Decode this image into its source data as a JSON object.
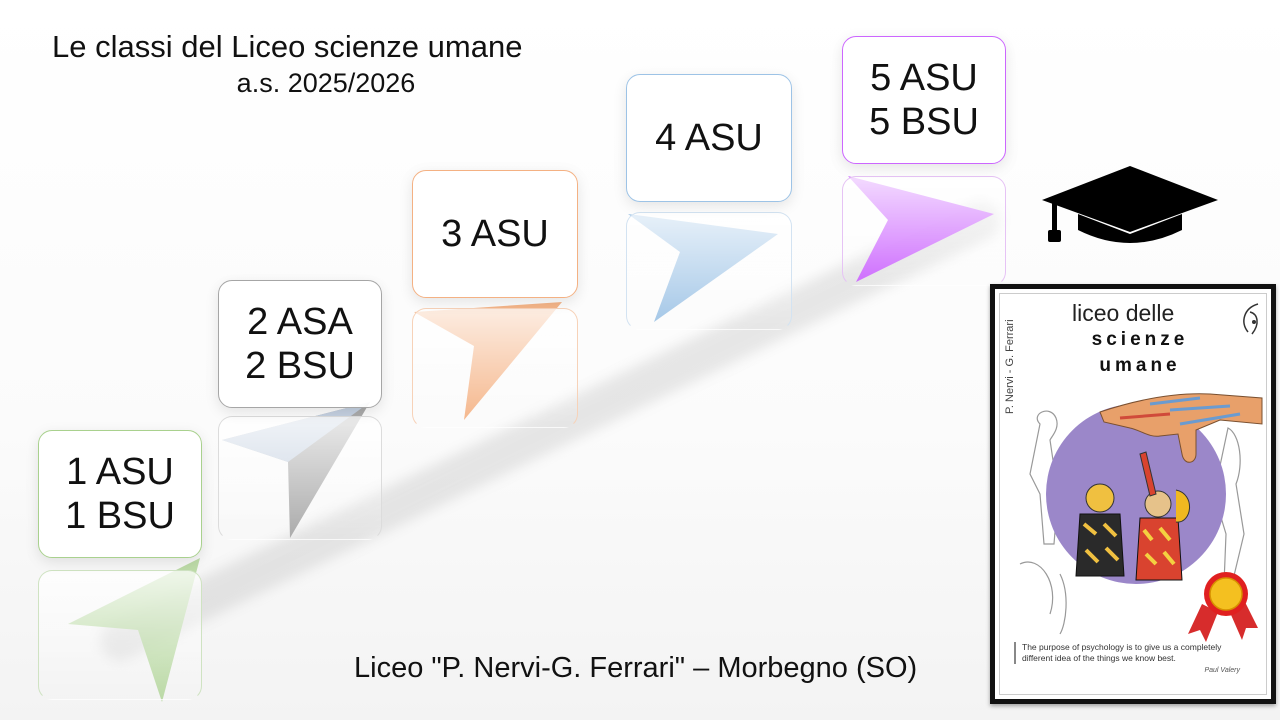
{
  "heading": {
    "title": "Le classi del Liceo scienze umane",
    "subtitle": "a.s. 2025/2026"
  },
  "steps": [
    {
      "lines": [
        "1 ASU",
        "1 BSU"
      ],
      "color": "#a9d18e"
    },
    {
      "lines": [
        "2 ASA",
        "2 BSU"
      ],
      "color": "#a6a6a6"
    },
    {
      "lines": [
        "3 ASU"
      ],
      "color": "#f4b183"
    },
    {
      "lines": [
        "4 ASU"
      ],
      "color": "#9dc3e6"
    },
    {
      "lines": [
        "5 ASU",
        "5 BSU"
      ],
      "color": "#cc66ff"
    }
  ],
  "footer": "Liceo \"P. Nervi-G. Ferrari\" – Morbegno (SO)",
  "icons": {
    "graduation": "graduation-cap-icon",
    "award": "award-ribbon-icon"
  },
  "brochure": {
    "line1": "liceo delle",
    "line2": "scienze",
    "line3": "umane",
    "side_text": "P. Nervi - G. Ferrari",
    "quote": "The purpose of psychology is to give us a completely different idea of the things we know best.",
    "author": "Paul Valery"
  }
}
